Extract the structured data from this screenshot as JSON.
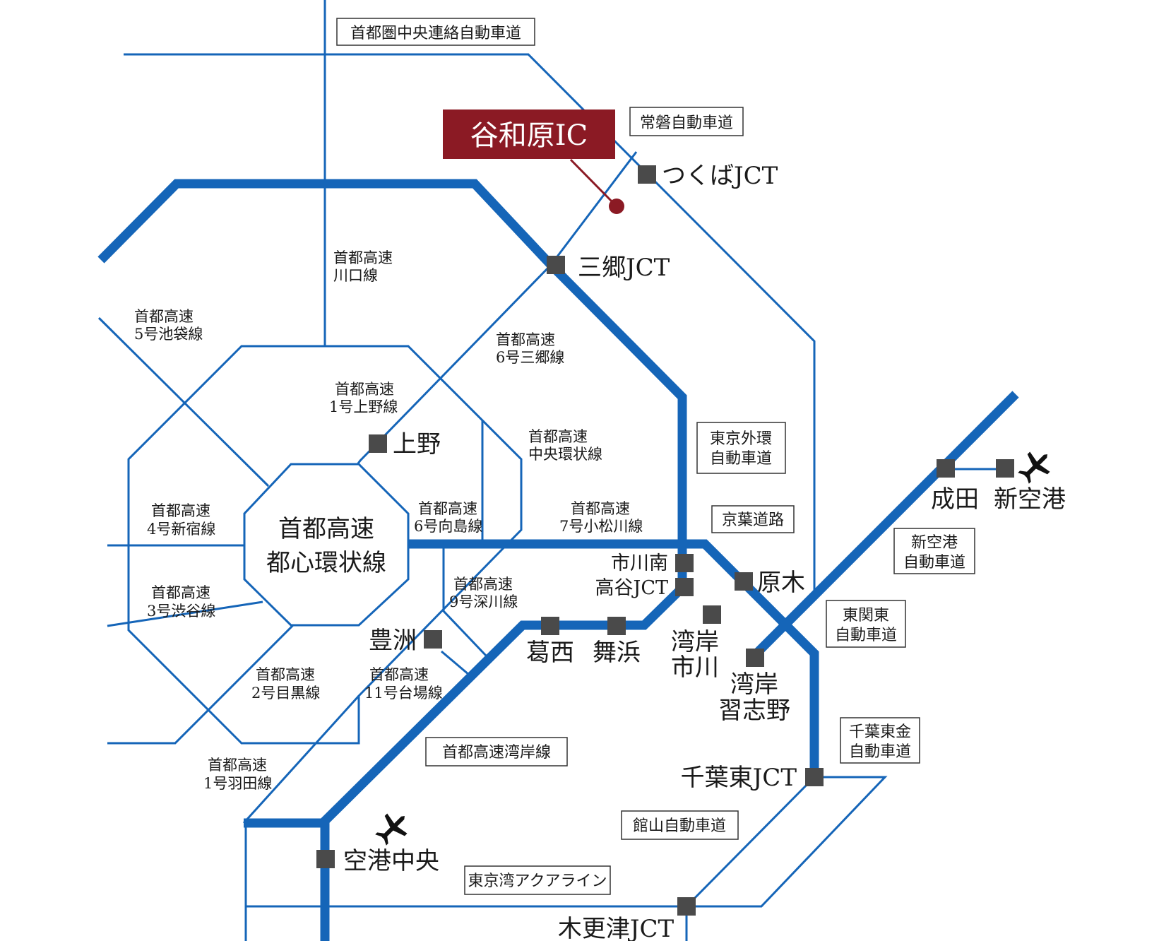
{
  "colors": {
    "road": "#1565b8",
    "node": "#4a4a4a",
    "highlight": "#8b1a24"
  },
  "highlight": {
    "label": "谷和原IC"
  },
  "central_loop": {
    "line1": "首都高速",
    "line2": "都心環状線"
  },
  "nodes": {
    "tsukuba_jct": "つくばJCT",
    "misato_jct": "三郷JCT",
    "ueno": "上野",
    "ichikawa_minami": "市川南",
    "koya_jct": "高谷JCT",
    "haraki": "原木",
    "kasai": "葛西",
    "maihama": "舞浜",
    "wangan_ichikawa_1": "湾岸",
    "wangan_ichikawa_2": "市川",
    "wangan_narashino_1": "湾岸",
    "wangan_narashino_2": "習志野",
    "toyosu": "豊洲",
    "narita": "成田",
    "new_airport": "新空港",
    "chiba_higashi_jct": "千葉東JCT",
    "airport_chuo": "空港中央",
    "kisarazu_jct": "木更津JCT"
  },
  "route_labels": {
    "kawaguchi": [
      "首都高速",
      "川口線"
    ],
    "ikebukuro": [
      "首都高速",
      "5号池袋線"
    ],
    "misato": [
      "首都高速",
      "6号三郷線"
    ],
    "ueno": [
      "首都高速",
      "1号上野線"
    ],
    "central_circular": [
      "首都高速",
      "中央環状線"
    ],
    "shinjuku": [
      "首都高速",
      "4号新宿線"
    ],
    "mukojima": [
      "首都高速",
      "6号向島線"
    ],
    "komatsugawa": [
      "首都高速",
      "7号小松川線"
    ],
    "shibuya": [
      "首都高速",
      "3号渋谷線"
    ],
    "fukagawa": [
      "首都高速",
      "9号深川線"
    ],
    "meguro": [
      "首都高速",
      "2号目黒線"
    ],
    "daiba": [
      "首都高速",
      "11号台場線"
    ],
    "haneda": [
      "首都高速",
      "1号羽田線"
    ]
  },
  "boxed_labels": {
    "ken_o": [
      "首都圏中央連絡自動車道"
    ],
    "joban": [
      "常磐自動車道"
    ],
    "gaikan": [
      "東京外環",
      "自動車道"
    ],
    "keiyo": [
      "京葉道路"
    ],
    "shin_kuko": [
      "新空港",
      "自動車道"
    ],
    "higashi_kanto": [
      "東関東",
      "自動車道"
    ],
    "wangan": [
      "首都高速湾岸線"
    ],
    "chiba_togane": [
      "千葉東金",
      "自動車道"
    ],
    "tateyama": [
      "館山自動車道"
    ],
    "aqualine": [
      "東京湾アクアライン"
    ]
  },
  "icons": [
    "airplane-icon",
    "airplane-icon"
  ]
}
